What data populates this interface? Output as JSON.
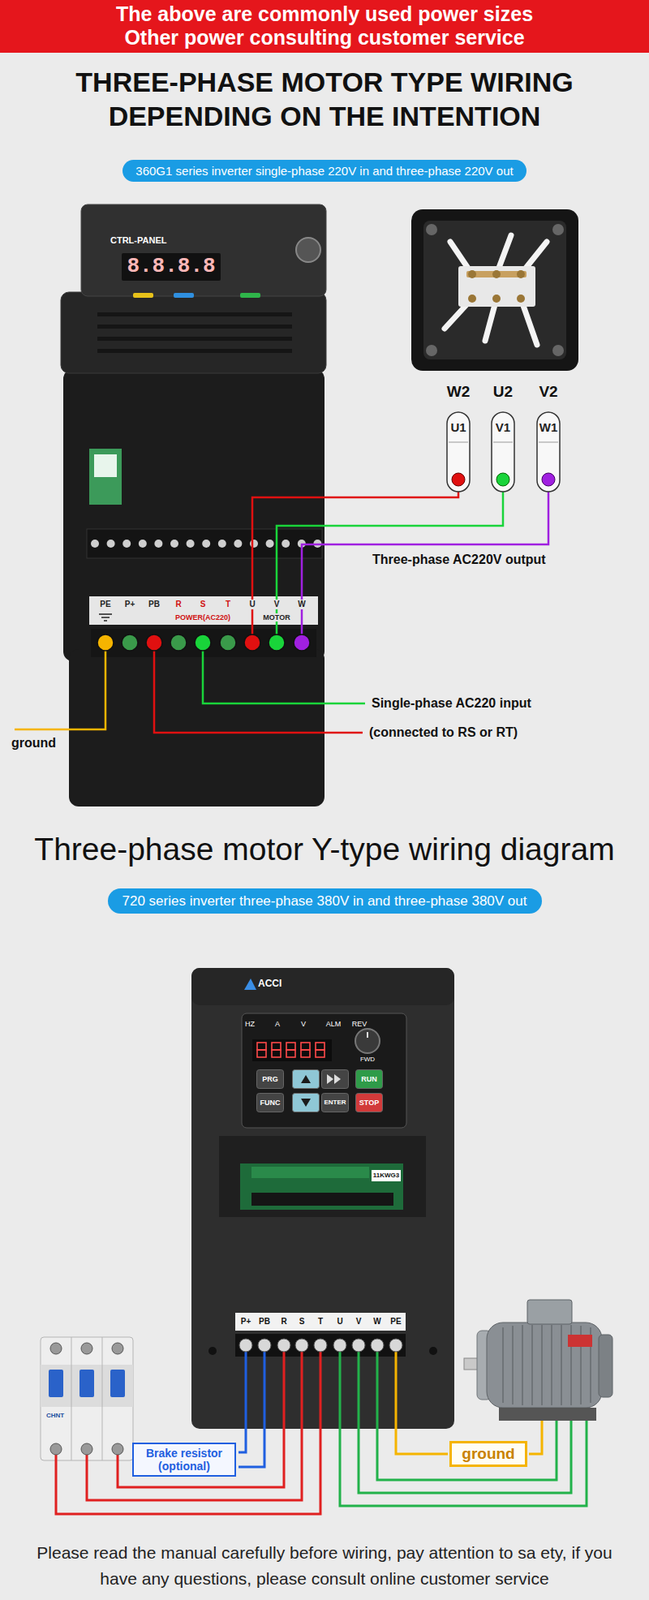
{
  "diagram": {
    "title": "THREE-PHASE MOTOR TYPE WIRING DEPENDING ON THE INTENTION",
    "caption": "Please read the manual carefully before wiring, pay attention to sa ety, if you have any questions, please consult online customer service",
    "nodes": [
      {
        "text": [
          "The above are commonly used power sizes",
          "Other power consulting customer service"
        ]
      },
      {
        "text": [
          "360G1 series inverter single-phase 220V in and three-phase 220V out"
        ]
      },
      {
        "text": [
          "720 series inverter three-phase 380V in and three-phase 380V out"
        ]
      },
      {
        "text": [
          "Brake resistor (optional)"
        ]
      },
      {
        "text": [
          "ground"
        ]
      }
    ],
    "labels": [
      "CTRL-PANEL",
      "8.8.8.8",
      "W2",
      "U2",
      "V2",
      "U1",
      "V1",
      "W1",
      "Three-phase AC220V output",
      "PE",
      "P+",
      "PB",
      "R",
      "S",
      "T",
      "U",
      "V",
      "W",
      "POWER(AC220)",
      "MOTOR",
      "Single-phase AC220 input",
      "ground",
      "(connected to RS or RT)",
      "Three-phase motor Y-type wiring diagram",
      "ACCI",
      "HZ",
      "A",
      "V",
      "ALM",
      "REV",
      "FWD",
      "PRG",
      "RUN",
      "FUNC",
      "ENTER",
      "STOP",
      "11KWG3",
      "P+",
      "PB",
      "R",
      "S",
      "T",
      "U",
      "V",
      "W",
      "PE",
      "CHNT"
    ]
  }
}
